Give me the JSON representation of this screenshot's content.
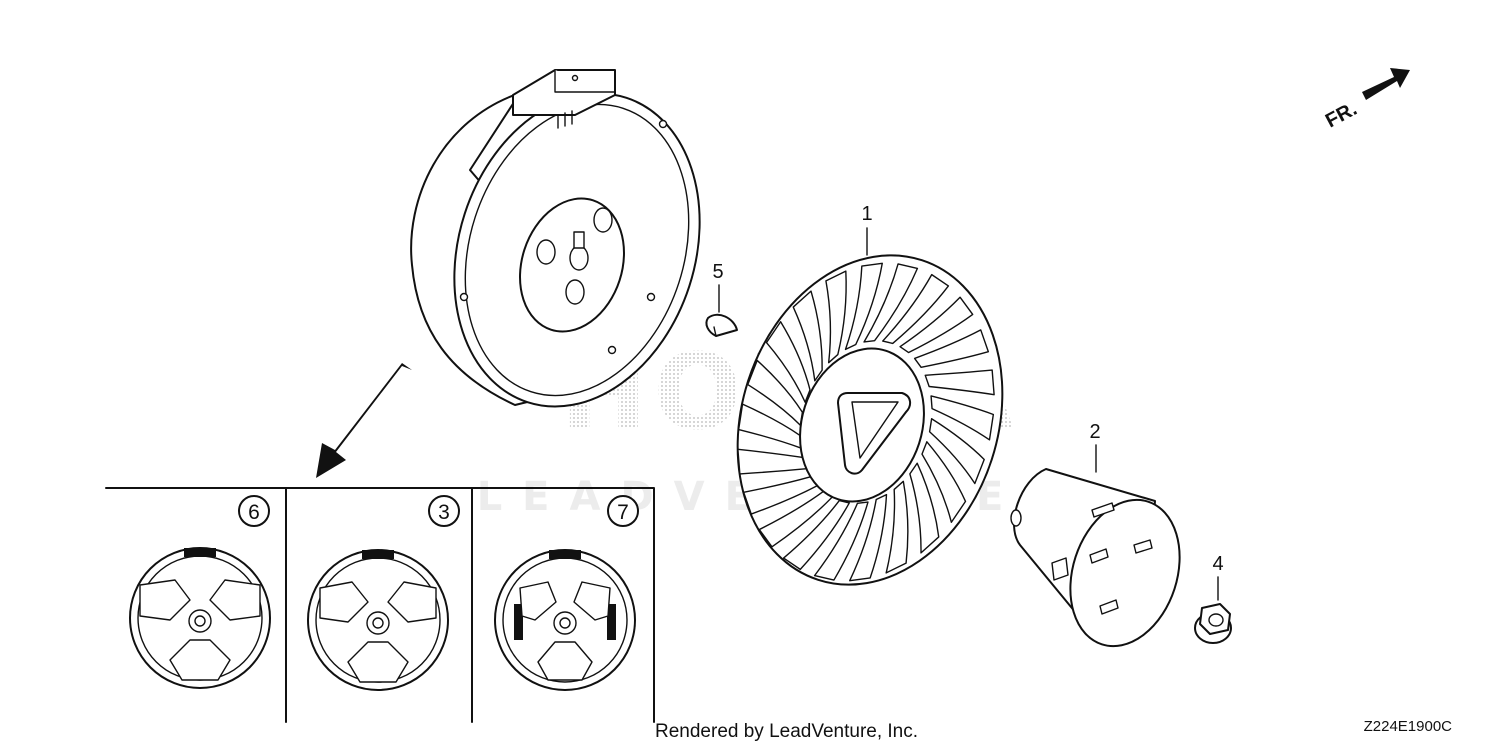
{
  "diagram": {
    "callouts": {
      "fan": "1",
      "pulley": "2",
      "key": "5",
      "nut": "4"
    },
    "variants": [
      {
        "label": "6"
      },
      {
        "label": "3"
      },
      {
        "label": "7"
      }
    ],
    "direction": {
      "label": "FR."
    },
    "watermark": {
      "brand": "HONDA",
      "sub": "LEADVENTURE"
    },
    "footer": {
      "rendered_by": "Rendered by LeadVenture, Inc.",
      "diagram_code": "Z224E1900C"
    }
  }
}
